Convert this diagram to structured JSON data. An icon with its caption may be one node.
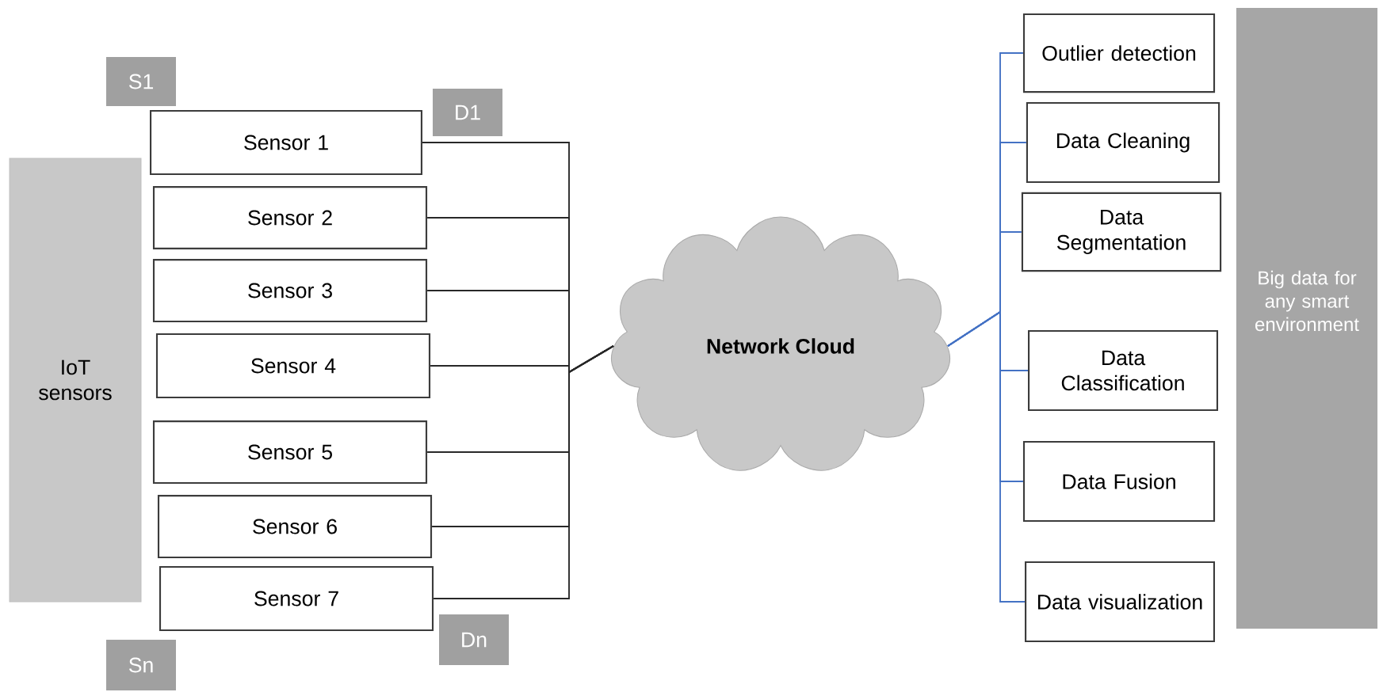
{
  "diagram": {
    "nodes": [
      {
        "text": [
          "IoT sensors"
        ]
      },
      {
        "text": [
          "S1"
        ]
      },
      {
        "text": [
          "D1"
        ]
      },
      {
        "text": [
          "Sensor 1"
        ]
      },
      {
        "text": [
          "Sensor 2"
        ]
      },
      {
        "text": [
          "Sensor 3"
        ]
      },
      {
        "text": [
          "Sensor 4"
        ]
      },
      {
        "text": [
          "Sensor 5"
        ]
      },
      {
        "text": [
          "Sensor 6"
        ]
      },
      {
        "text": [
          "Sensor 7"
        ]
      },
      {
        "text": [
          "Dn"
        ]
      },
      {
        "text": [
          "Sn"
        ]
      },
      {
        "text": [
          "Network Cloud"
        ]
      },
      {
        "text": [
          "Outlier detection"
        ]
      },
      {
        "text": [
          "Data Cleaning"
        ]
      },
      {
        "text": [
          "Data Segmentation"
        ]
      },
      {
        "text": [
          "Data Classification"
        ]
      },
      {
        "text": [
          "Data Fusion"
        ]
      },
      {
        "text": [
          "Data visualization"
        ]
      },
      {
        "text": [
          "Big data for any smart environment"
        ]
      }
    ],
    "edges": [
      {
        "from": 3,
        "to": 12,
        "arrow": "none"
      },
      {
        "from": 4,
        "to": 12,
        "arrow": "none"
      },
      {
        "from": 5,
        "to": 12,
        "arrow": "none"
      },
      {
        "from": 6,
        "to": 12,
        "arrow": "none"
      },
      {
        "from": 7,
        "to": 12,
        "arrow": "none"
      },
      {
        "from": 8,
        "to": 12,
        "arrow": "none"
      },
      {
        "from": 9,
        "to": 12,
        "arrow": "none"
      },
      {
        "from": 12,
        "to": 13,
        "arrow": "none",
        "color": "#4472c4"
      },
      {
        "from": 12,
        "to": 14,
        "arrow": "none",
        "color": "#4472c4"
      },
      {
        "from": 12,
        "to": 15,
        "arrow": "none",
        "color": "#4472c4"
      },
      {
        "from": 12,
        "to": 16,
        "arrow": "none",
        "color": "#4472c4"
      },
      {
        "from": 12,
        "to": 17,
        "arrow": "none",
        "color": "#4472c4"
      },
      {
        "from": 12,
        "to": 18,
        "arrow": "none",
        "color": "#4472c4"
      }
    ]
  }
}
